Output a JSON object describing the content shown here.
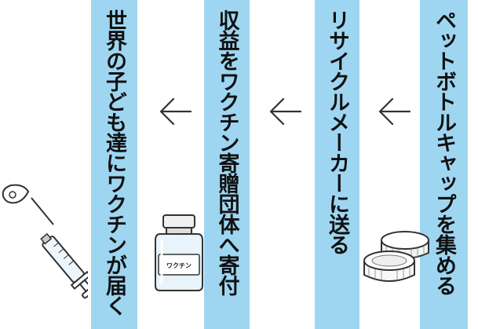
{
  "steps": [
    {
      "label": "ペットボトルキャップを集める"
    },
    {
      "label": "リサイクルメーカーに送る"
    },
    {
      "label": "収益をワクチン寄贈団体へ寄付"
    },
    {
      "label": "世界の子ども達にワクチンが届く"
    }
  ],
  "vial_label": "ワクチン",
  "icons": [
    "bottle-caps-icon",
    "vaccine-vial-icon",
    "syringe-icon",
    "left-arrow-icon"
  ],
  "colors": {
    "column": "#9ed6f2",
    "text": "#111111",
    "outline": "#333333"
  }
}
